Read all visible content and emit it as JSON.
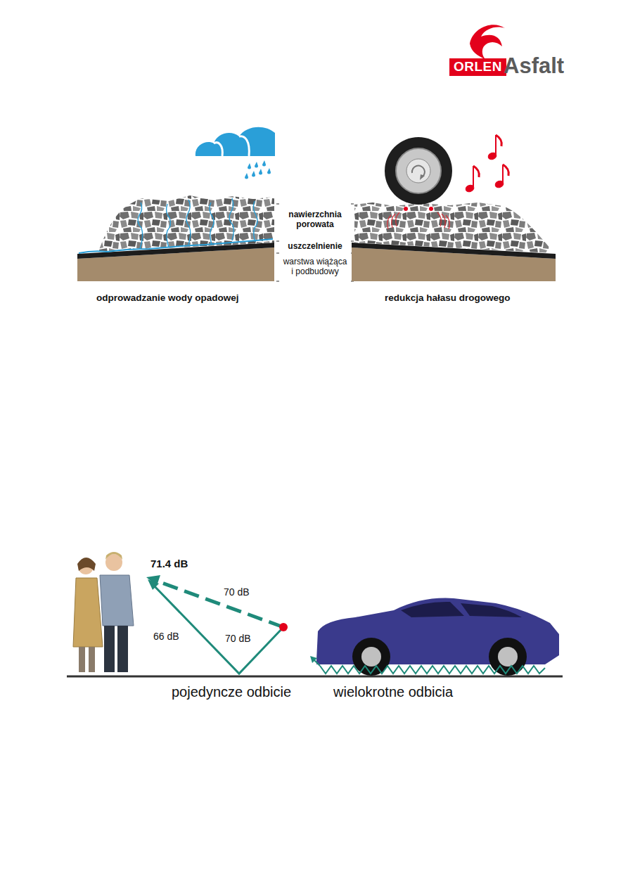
{
  "diagram": {
    "nodes": [
      {
        "text": [
          "ORLEN"
        ]
      }
    ],
    "labels": [
      "Asfalt",
      "nawierzchnia porowata",
      "uszczelnienie",
      "warstwa wiążąca i podbudowy",
      "odprowadzanie wody opadowej",
      "redukcja hałasu drogowego",
      "71.4 dB",
      "70 dB",
      "66 dB",
      "70 dB",
      "pojedyncze odbicie",
      "wielokrotne odbicia"
    ]
  }
}
